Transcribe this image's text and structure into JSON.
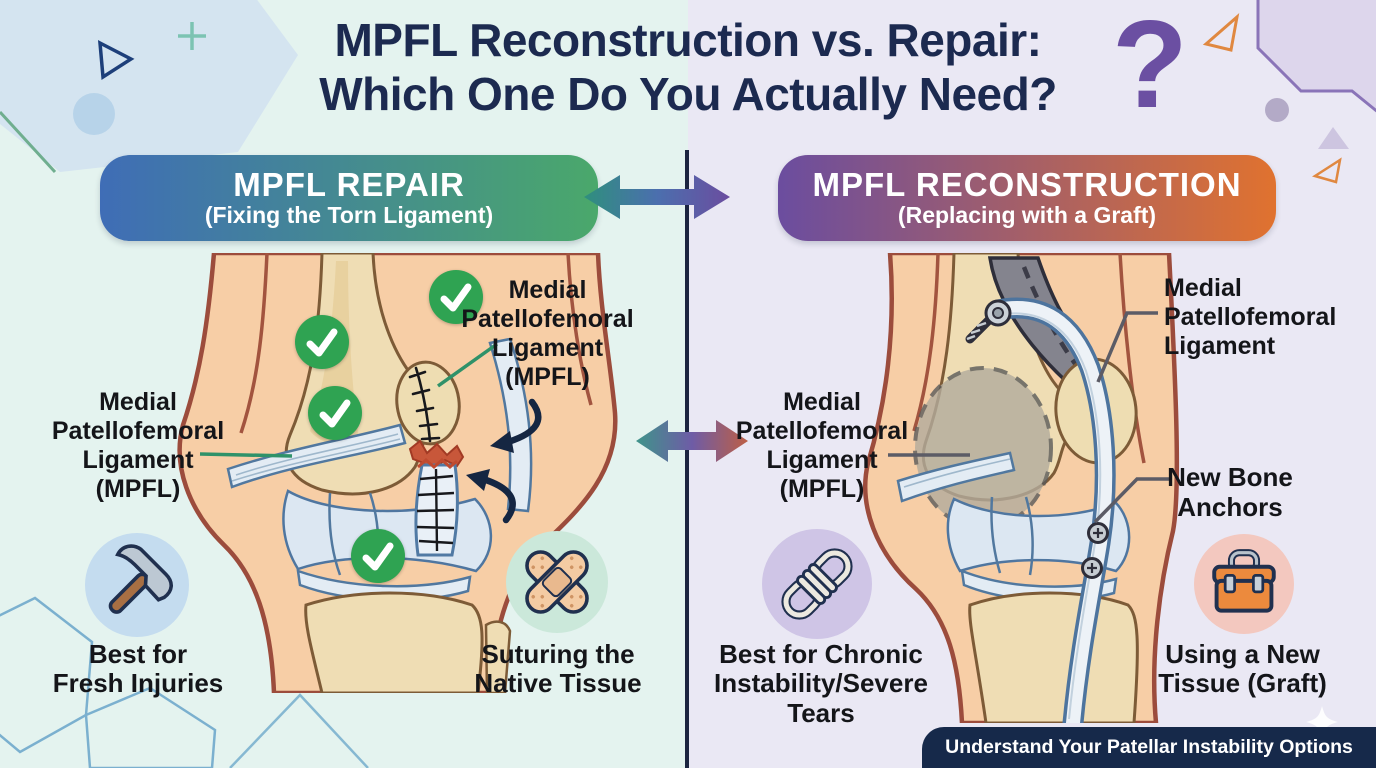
{
  "title": {
    "line1": "MPFL Reconstruction vs. Repair:",
    "line2": "Which One Do You Actually Need?",
    "question_mark": "?"
  },
  "divider_color": "#1b2440",
  "left_panel": {
    "background": "#e4f3ef",
    "header": {
      "title": "MPFL REPAIR",
      "subtitle": "(Fixing the Torn Ligament)",
      "gradient_start": "#3f6db6",
      "gradient_end": "#4aa86b"
    },
    "checkmark_color": "#2fa352",
    "labels": {
      "mpfl_side": {
        "lines": [
          "Medial",
          "Patellofemoral",
          "Ligament",
          "(MPFL)"
        ]
      },
      "mpfl_top": {
        "lines": [
          "Medial",
          "Patellofemoral",
          "Ligament",
          "(MPFL)"
        ]
      }
    },
    "features": [
      {
        "icon": "hammer-icon",
        "lines": [
          "Best for",
          "Fresh Injuries"
        ]
      },
      {
        "icon": "bandage-icon",
        "lines": [
          "Suturing the",
          "Native Tissue"
        ]
      }
    ]
  },
  "right_panel": {
    "background": "#eae8f4",
    "header": {
      "title": "MPFL RECONSTRUCTION",
      "subtitle": "(Replacing with a Graft)",
      "gradient_start": "#6b4d9f",
      "gradient_end": "#e0722f"
    },
    "labels": {
      "mpfl_side": {
        "lines": [
          "Medial",
          "Patellofemoral",
          "Ligament",
          "(MPFL)"
        ]
      },
      "mpfl_top": {
        "lines": [
          "Medial",
          "Patellofemoral",
          "Ligament"
        ]
      },
      "anchors": {
        "lines": [
          "New Bone",
          "Anchors"
        ]
      }
    },
    "features": [
      {
        "icon": "rope-icon",
        "lines": [
          "Best for Chronic",
          "Instability/Severe",
          "Tears"
        ]
      },
      {
        "icon": "toolbox-icon",
        "lines": [
          "Using a New",
          "Tissue (Graft)"
        ]
      }
    ]
  },
  "footer_badge": {
    "text": "Understand Your Patellar Instability Options",
    "background": "#16294a"
  }
}
